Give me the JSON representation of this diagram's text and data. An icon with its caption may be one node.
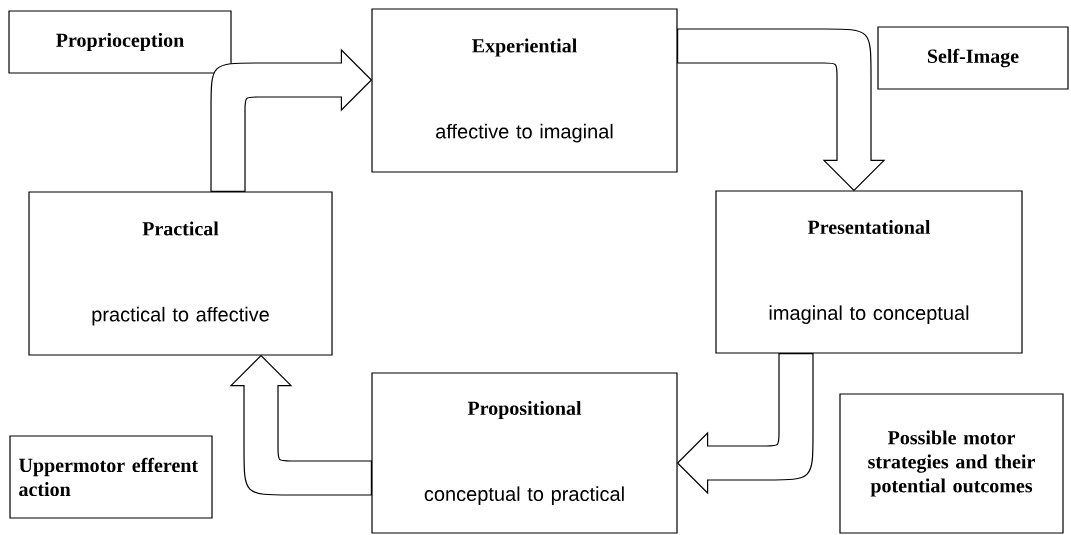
{
  "diagram": {
    "nodes": [
      {
        "text": [
          "Proprioception"
        ]
      },
      {
        "text": [
          "Experiential",
          "affective to imaginal"
        ]
      },
      {
        "text": [
          "Self-Image"
        ]
      },
      {
        "text": [
          "Practical",
          "practical to affective"
        ]
      },
      {
        "text": [
          "Presentational",
          "imaginal to conceptual"
        ]
      },
      {
        "text": [
          "Propositional",
          "conceptual to practical"
        ]
      },
      {
        "text": [
          "Possible motor strategies and their potential outcomes"
        ]
      },
      {
        "text": [
          "Uppermotor efferent action"
        ]
      }
    ],
    "edges": [
      {
        "from": 3,
        "to": 1,
        "arrow": "to"
      },
      {
        "from": 1,
        "to": 4,
        "arrow": "to"
      },
      {
        "from": 4,
        "to": 5,
        "arrow": "to"
      },
      {
        "from": 5,
        "to": 3,
        "arrow": "to"
      }
    ]
  }
}
